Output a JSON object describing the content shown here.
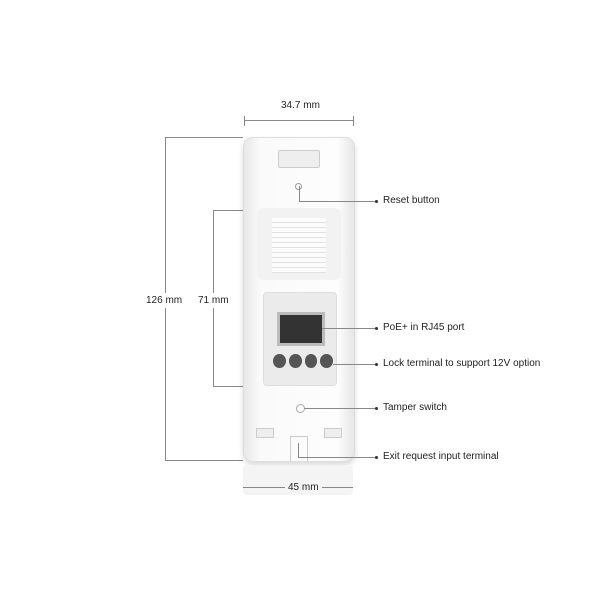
{
  "dimensions": {
    "width_top": "34.7 mm",
    "height_total": "126 mm",
    "height_inner": "71 mm",
    "width_bottom": "45 mm"
  },
  "callouts": [
    "Reset button",
    "PoE+ in RJ45 port",
    "Lock terminal to support 12V option",
    "Tamper switch",
    "Exit request input terminal"
  ]
}
